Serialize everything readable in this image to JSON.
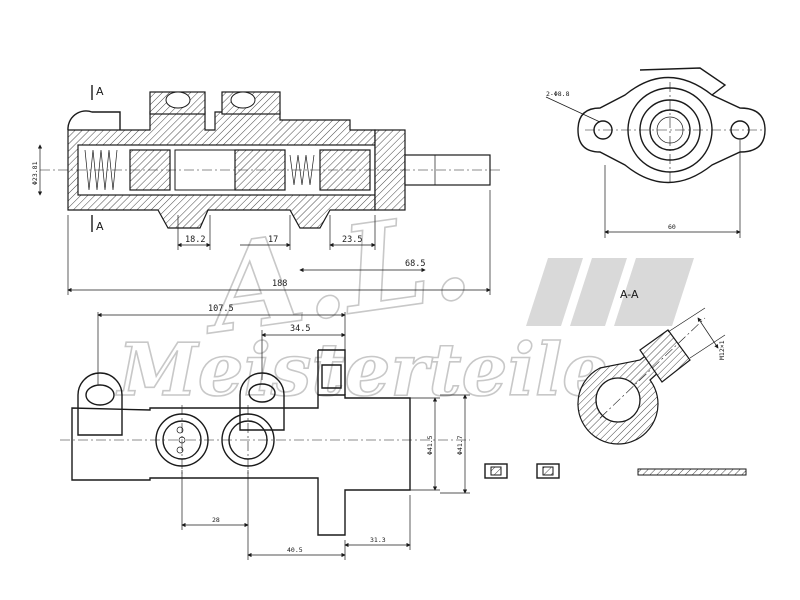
{
  "watermark": {
    "initials": "A.L.",
    "brand": "Meisterteile"
  },
  "section_label": "A-A",
  "section_marks": [
    "A",
    "A"
  ],
  "dimensions": {
    "bore_dia": "Φ23.81",
    "d_18_2": "18.2",
    "d_17": "17",
    "d_23_5": "23.5",
    "d_68_5": "68.5",
    "d_188": "188",
    "d_107_5": "107.5",
    "d_34_5": "34.5",
    "d_28": "28",
    "d_40_5": "40.5",
    "d_31_3": "31.3",
    "d_41_5": "Φ41.5",
    "d_41_7": "Φ41.7",
    "flange_holes": "2-Φ8.8",
    "flange_width": "60",
    "thread": "M12×1"
  }
}
